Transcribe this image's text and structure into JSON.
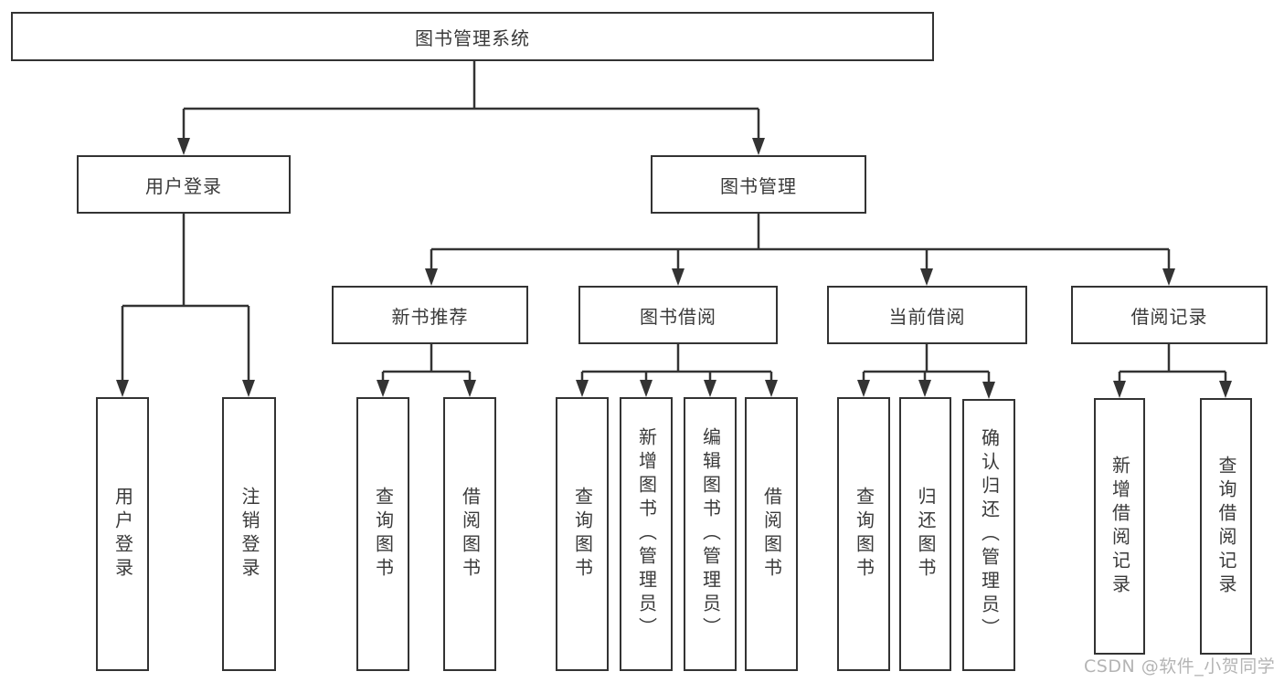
{
  "tree": {
    "root": {
      "label": "图书管理系统"
    },
    "branches": [
      {
        "label": "用户登录",
        "children": [
          {
            "label": "用户登录"
          },
          {
            "label": "注销登录"
          }
        ]
      },
      {
        "label": "图书管理",
        "children": [
          {
            "label": "新书推荐",
            "children": [
              {
                "label": "查询图书"
              },
              {
                "label": "借阅图书"
              }
            ]
          },
          {
            "label": "图书借阅",
            "children": [
              {
                "label": "查询图书"
              },
              {
                "label": "新增图书（管理员）"
              },
              {
                "label": "编辑图书（管理员）"
              },
              {
                "label": "借阅图书"
              }
            ]
          },
          {
            "label": "当前借阅",
            "children": [
              {
                "label": "查询图书"
              },
              {
                "label": "归还图书"
              },
              {
                "label": "确认归还（管理员）"
              }
            ]
          },
          {
            "label": "借阅记录",
            "children": [
              {
                "label": "新增借阅记录"
              },
              {
                "label": "查询借阅记录"
              }
            ]
          }
        ]
      }
    ]
  },
  "watermark": {
    "text": "CSDN @软件_小贺同学"
  },
  "colors": {
    "line": "#333333",
    "node_border": "#333333",
    "text": "#3a3a3a",
    "watermark": "#b4b4b4",
    "background": "#ffffff"
  }
}
